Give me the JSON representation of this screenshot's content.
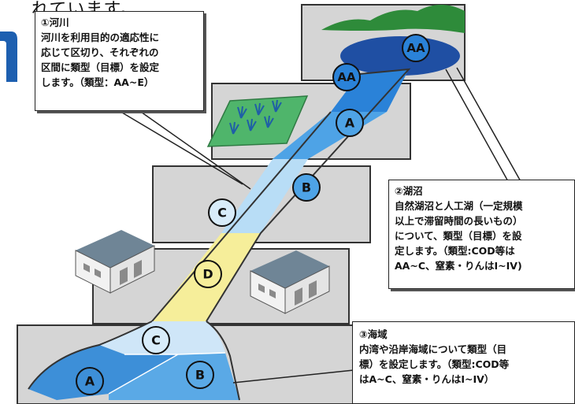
{
  "heading_fragment": "れています。",
  "river_box": {
    "title": "①河川",
    "lines": [
      "河川を利用目的の適応性に",
      "応じて区切り、それぞれの",
      "区間に類型（目標）を設定",
      "します。（類型：AA~E）"
    ]
  },
  "lake_box": {
    "title": "②湖沼",
    "lines": [
      "自然湖沼と人工湖（一定規模",
      "以上で滞留時間の長いもの）",
      "について、類型（目標）を設",
      "定します。（類型:COD等は",
      "AA~C、窒素・りんはI~IV)"
    ]
  },
  "sea_box": {
    "title": "③海域",
    "lines": [
      "内湾や沿岸海域について類型（目",
      "標）を設定します。（類型:COD等",
      "はA~C、窒素・りんはI~IV）"
    ]
  },
  "grade_labels": {
    "lake": "AA",
    "upper": "AA",
    "a": "A",
    "b": "B",
    "c_river": "C",
    "d": "D",
    "c_sea": "C",
    "sea_a": "A",
    "sea_b": "B"
  },
  "colors": {
    "terrace": "#d5d5d5",
    "mountain": "#2e8b3a",
    "lake": "#1f4fa3",
    "river_upper": "#2a82d8",
    "river_a": "#4ea3e6",
    "river_b": "#b8ddf6",
    "river_c": "#d8ecfa",
    "river_d": "#f6ee9a",
    "sea_c": "#cfe6f8",
    "sea_a": "#3d8fd8",
    "sea_b": "#5aa9e6",
    "rice_paddy": "#4fb56b",
    "building_roof": "#6f8596",
    "building_wall": "#f2f2f2"
  }
}
